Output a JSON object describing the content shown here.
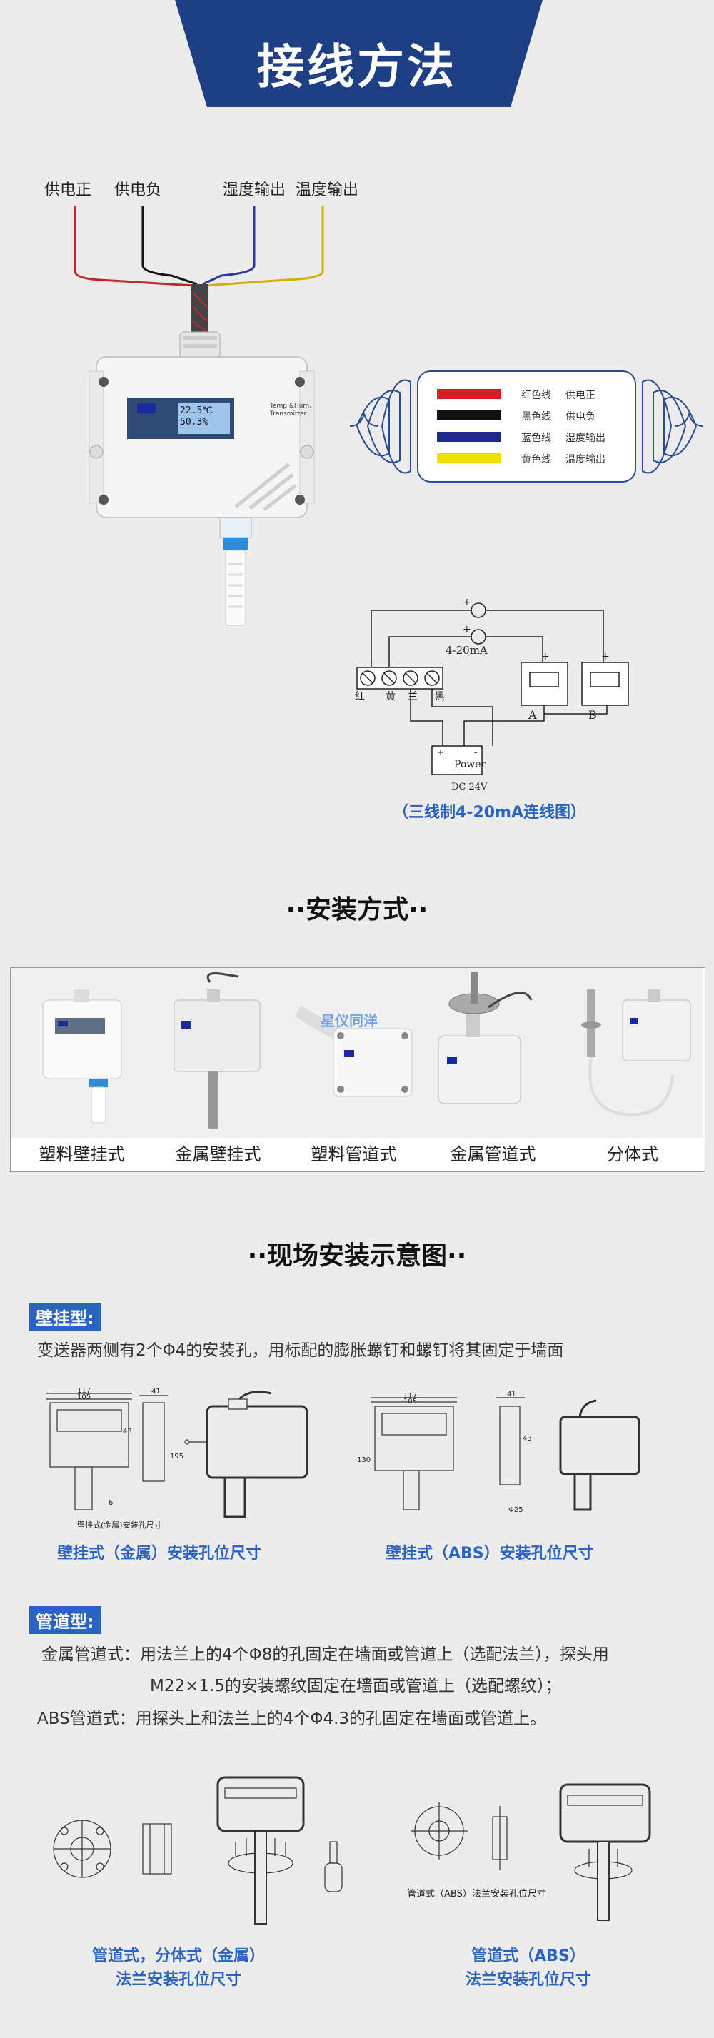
{
  "banner": {
    "title": "接线方法",
    "bg_color": "#1e3f86"
  },
  "wiring": {
    "labels": [
      "供电正",
      "供电负",
      "湿度输出",
      "温度输出"
    ],
    "device_screen": {
      "line1": "22.5℃",
      "line2": "50.3%"
    },
    "device_brand": {
      "line1": "Temp &Hum.",
      "line2": "Transmitter"
    },
    "legend": [
      {
        "color_name": "红色线",
        "function": "供电正",
        "color": "#d32026"
      },
      {
        "color_name": "黑色线",
        "function": "供电负",
        "color": "#111111"
      },
      {
        "color_name": "蓝色线",
        "function": "湿度输出",
        "color": "#1c2a8a"
      },
      {
        "color_name": "黄色线",
        "function": "温度输出",
        "color": "#f0e000"
      }
    ]
  },
  "circuit": {
    "current_label": "4-20mA",
    "terminals": [
      "红",
      "黄",
      "兰",
      "黑"
    ],
    "meter_a": "A",
    "meter_b": "B",
    "power_label": "Power",
    "supply_label": "DC 24V",
    "caption": "（三线制4-20mA连线图）"
  },
  "install": {
    "heading": "··安装方式··",
    "items": [
      "塑料壁挂式",
      "金属壁挂式",
      "塑料管道式",
      "金属管道式",
      "分体式"
    ],
    "watermark": "星仪同洋"
  },
  "onsite": {
    "heading": "··现场安装示意图··",
    "wall": {
      "tag": "壁挂型:",
      "desc": "变送器两侧有2个Φ4的安装孔，用标配的膨胀螺钉和螺钉将其固定于墙面",
      "drawing_note": "壁挂式(金属)安装孔尺寸",
      "caption_metal": "壁挂式（金属）安装孔位尺寸",
      "caption_abs": "壁挂式（ABS）安装孔位尺寸",
      "dims_metal": [
        "117",
        "105",
        "41",
        "43",
        "195",
        "6"
      ],
      "dims_abs": [
        "117",
        "105",
        "41",
        "43",
        "130",
        "Φ25"
      ]
    },
    "duct": {
      "tag": "管道型:",
      "desc_metal_1": "金属管道式：用法兰上的4个Φ8的孔固定在墙面或管道上（选配法兰），探头用",
      "desc_metal_2": "M22×1.5的安装螺纹固定在墙面或管道上（选配螺纹）；",
      "desc_abs": "ABS管道式：用探头上和法兰上的4个Φ4.3的孔固定在墙面或管道上。",
      "drawing_note": "管道式（ABS）法兰安装孔位尺寸",
      "caption_metal_1": "管道式，分体式（金属）",
      "caption_metal_2": "法兰安装孔位尺寸",
      "caption_abs_1": "管道式（ABS）",
      "caption_abs_2": "法兰安装孔位尺寸"
    }
  }
}
